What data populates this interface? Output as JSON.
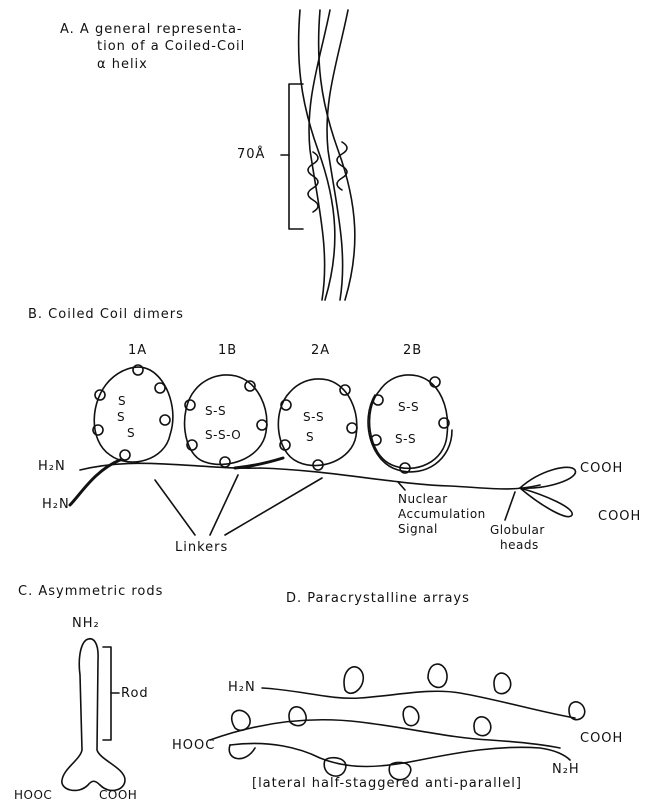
{
  "panelA": {
    "title_lines": [
      "A.  A general representa-",
      "tion of a Coiled-Coil",
      "α helix"
    ],
    "measure": "70Å"
  },
  "panelB": {
    "title": "B.  Coiled Coil dimers",
    "domains": [
      "1A",
      "1B",
      "2A",
      "2B"
    ],
    "terminals": [
      "H₂N",
      "H₂N",
      "COOH",
      "COOH"
    ],
    "labels": {
      "linkers": "Linkers",
      "nls": [
        "Nuclear",
        "Accumulation",
        "Signal"
      ],
      "heads": [
        "Globular",
        "heads"
      ]
    },
    "disulfide_marks": {
      "d1": [
        "S",
        "S",
        "S"
      ],
      "d2": [
        "S-S",
        "S-S-O"
      ],
      "d3": [
        "S-S",
        "S"
      ],
      "d4": [
        "S-S",
        "S-S"
      ]
    }
  },
  "panelC": {
    "title": "C.  Asymmetric rods",
    "top": "NH₂",
    "rod": "Rod",
    "bottom_left": "HOOC",
    "bottom_right": "COOH"
  },
  "panelD": {
    "title": "D.  Paracrystalline arrays",
    "left_top": "H₂N",
    "left_bottom": "HOOC",
    "right_top": "COOH",
    "right_bottom": "N₂H",
    "caption": "[lateral half-staggered anti-parallel]"
  }
}
